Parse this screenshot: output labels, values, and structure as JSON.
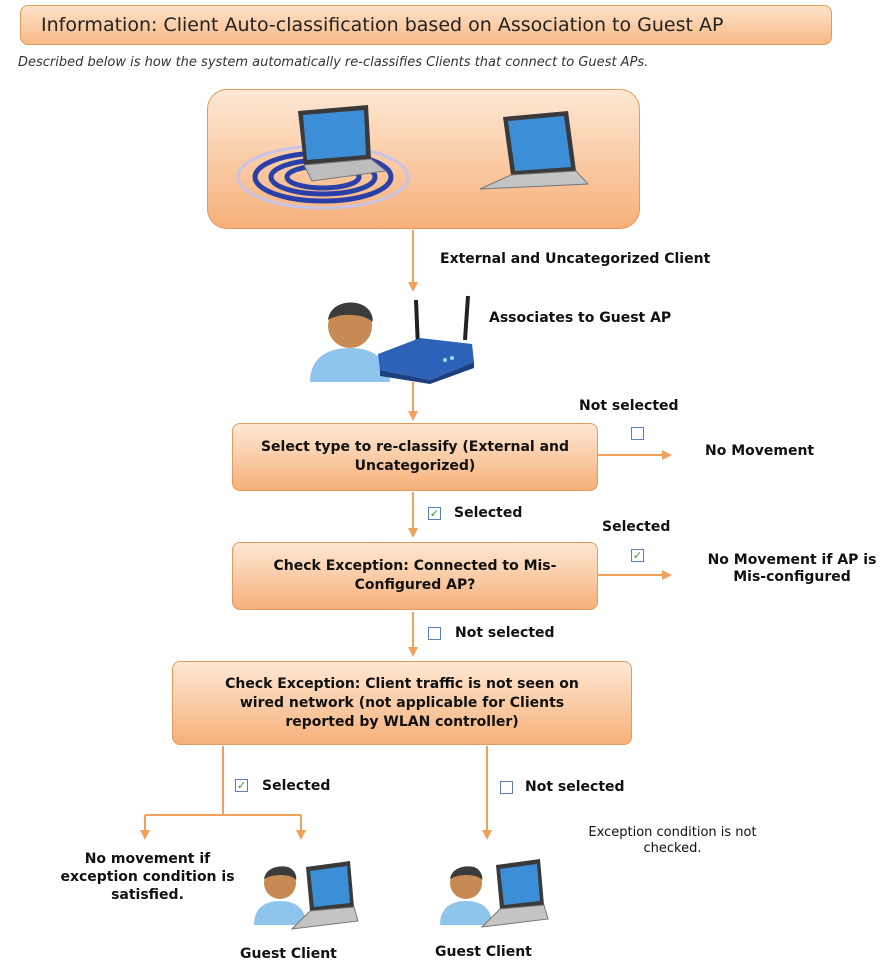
{
  "header": {
    "title": "Information: Client Auto-classification based on Association to Guest AP",
    "subtitle": "Described below is how the system automatically re-classifies Clients that connect to Guest APs."
  },
  "labels": {
    "external_uncategorized": "External and Uncategorized Client",
    "associates": "Associates to Guest AP",
    "not_selected_1": "Not selected",
    "no_movement": "No Movement",
    "selected_1": "Selected",
    "selected_2": "Selected",
    "no_movement_misconfigured": "No Movement if AP is Mis-configured",
    "not_selected_2": "Not selected",
    "selected_3": "Selected",
    "not_selected_3": "Not selected",
    "no_movement_exception": "No movement if exception condition is satisfied.",
    "exception_not_checked": "Exception condition is not checked.",
    "guest_client_1": "Guest Client",
    "guest_client_2": "Guest Client"
  },
  "boxes": {
    "select_type": "Select type to re-classify (External and Uncategorized)",
    "check_misconfigured": "Check Exception: Connected to Mis-Configured AP?",
    "check_traffic": "Check Exception: Client traffic is not seen on wired network (not applicable for Clients reported by WLAN controller)"
  },
  "checkbox_marks": {
    "checked": "✓",
    "unchecked": ""
  },
  "colors": {
    "arrow": "#f0a15a",
    "box_border": "#e39a5c",
    "checkbox_border": "#5a7fb8",
    "check_green": "#2f9a2f"
  }
}
